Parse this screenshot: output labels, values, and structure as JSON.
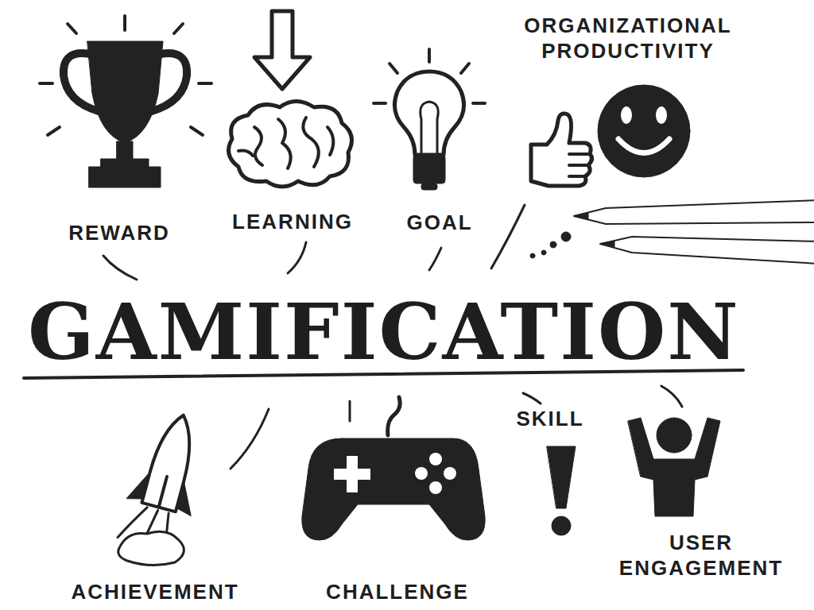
{
  "diagram": {
    "title": "GAMIFICATION",
    "labels": [
      "ORGANIZATIONAL PRODUCTIVITY",
      "REWARD",
      "LEARNING",
      "GOAL",
      "SKILL",
      "ACHIEVEMENT",
      "CHALLENGE",
      "USER ENGAGEMENT"
    ]
  }
}
